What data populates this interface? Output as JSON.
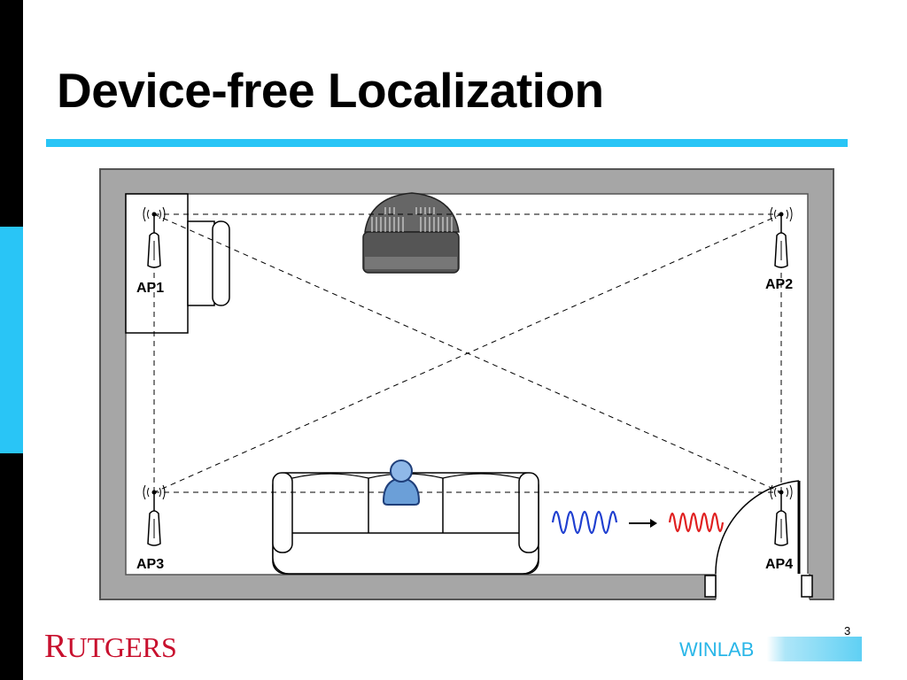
{
  "slide": {
    "title": "Device-free Localization",
    "page_number": "3"
  },
  "diagram": {
    "access_points": [
      {
        "id": "ap1",
        "label": "AP1"
      },
      {
        "id": "ap2",
        "label": "AP2"
      },
      {
        "id": "ap3",
        "label": "AP3"
      },
      {
        "id": "ap4",
        "label": "AP4"
      }
    ],
    "colors": {
      "wall": "#a6a6a6",
      "signal_before": "#1f3fd0",
      "signal_after": "#e02020",
      "person": "#6b9fd8",
      "accent": "#29c5f6"
    }
  },
  "footer": {
    "logo_text": "RUTGERS",
    "logo_first_letter": "R",
    "logo_rest": "UTGERS",
    "lab_name": "WINLAB"
  }
}
